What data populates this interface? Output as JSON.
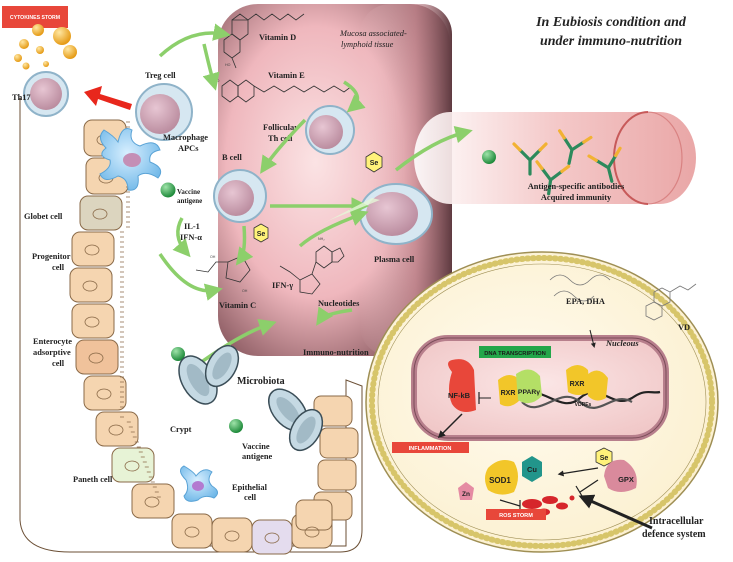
{
  "title": {
    "line1": "In Eubiosis condition and",
    "line2": "under immuno-nutrition"
  },
  "boxes": {
    "cytokines": "CYTOKINES STORM",
    "dna_transcription": "DNA TRANSCRIPTION",
    "inflammation": "INFLAMMATION",
    "ros_storm": "ROS STORM"
  },
  "mucosa": {
    "line1": "Mucosa associated-",
    "line2": "lymphoid tissue"
  },
  "labels": {
    "th17": "Th17",
    "treg": "Treg cell",
    "macrophage_1": "Macrophage",
    "macrophage_2": "APCs",
    "vaccine1_1": "Vaccine",
    "vaccine1_2": "antigene",
    "il1": "IL-1",
    "ifn_alpha": "IFN-α",
    "b_cell": "B cell",
    "globet": "Globet cell",
    "progenitor_1": "Progenitor",
    "progenitor_2": "cell",
    "enterocyte_1": "Enterocyte",
    "enterocyte_2": "adsorptive",
    "enterocyte_3": "cell",
    "crypt": "Crypt",
    "paneth": "Paneth cell",
    "epithelial_1": "Epithelial",
    "epithelial_2": "cell",
    "vaccine2_1": "Vaccine",
    "vaccine2_2": "antigene",
    "microbiota": "Microbiota",
    "immuno_nutrition": "Immuno-nutrition",
    "vitamin_d": "Vitamin D",
    "vitamin_e": "Vitamin E",
    "vitamin_c": "Vitamin C",
    "follicular_1": "Follicular",
    "follicular_2": "Th cell",
    "ifn_gamma": "IFN-γ",
    "nucleotides": "Nucleotides",
    "plasma": "Plasma cell",
    "antibodies_1": "Antigen-specific antibodies",
    "antibodies_2": "Acquired immunity",
    "epa_dha": "EPA, DHA",
    "vd": "VD",
    "nucleous": "Nucleous",
    "intracellular_1": "Intracellular",
    "intracellular_2": "defence system"
  },
  "molecules": {
    "nfkb": "NF-kB",
    "rxr1": "RXR",
    "ppar": "PPARγ",
    "rxr2": "RXR",
    "vdre": "VDREs",
    "sod1": "SOD1",
    "cu": "Cu",
    "zn": "Zn",
    "se1": "Se",
    "se2": "Se",
    "se3": "Se",
    "gpx": "GPX",
    "nh2": "NH₂",
    "ho1": "HO",
    "ho2": "HO",
    "oh1": "OH",
    "oh2": "OH"
  },
  "colors": {
    "green_arrow": "#8ccf6b",
    "red_arrow": "#e8271c",
    "cytokine_box": "#e8473a",
    "dna_box": "#23a64a",
    "inflammation_box": "#e8473a",
    "ros_box": "#e8473a",
    "cell_body": "#ddb5c4",
    "cell_ring": "#a9c8da",
    "epithelium": "#f5d5b0",
    "mucosa": "#e6a9b0"
  }
}
